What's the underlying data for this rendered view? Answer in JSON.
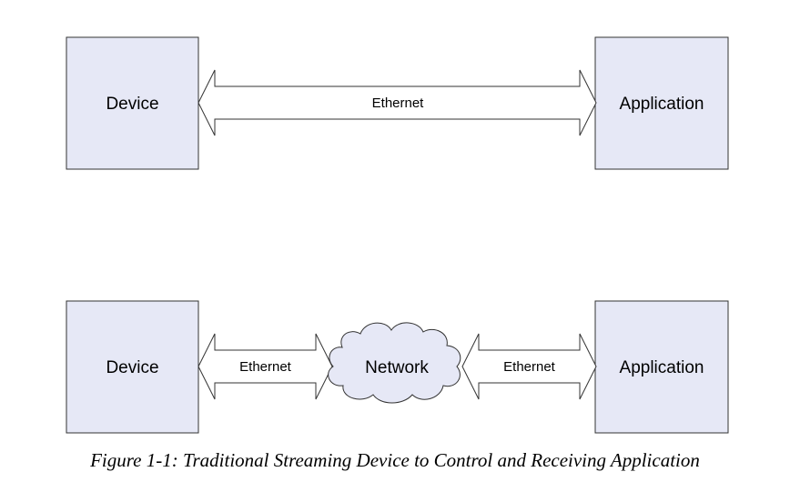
{
  "diagram": {
    "top": {
      "left_box": "Device",
      "right_box": "Application",
      "link": "Ethernet"
    },
    "bottom": {
      "left_box": "Device",
      "right_box": "Application",
      "left_link": "Ethernet",
      "cloud": "Network",
      "right_link": "Ethernet"
    }
  },
  "caption": "Figure 1-1: Traditional Streaming Device to Control and Receiving Application",
  "colors": {
    "box_fill": "#e6e8f6",
    "stroke": "#333333",
    "arrow_fill": "#ffffff"
  }
}
